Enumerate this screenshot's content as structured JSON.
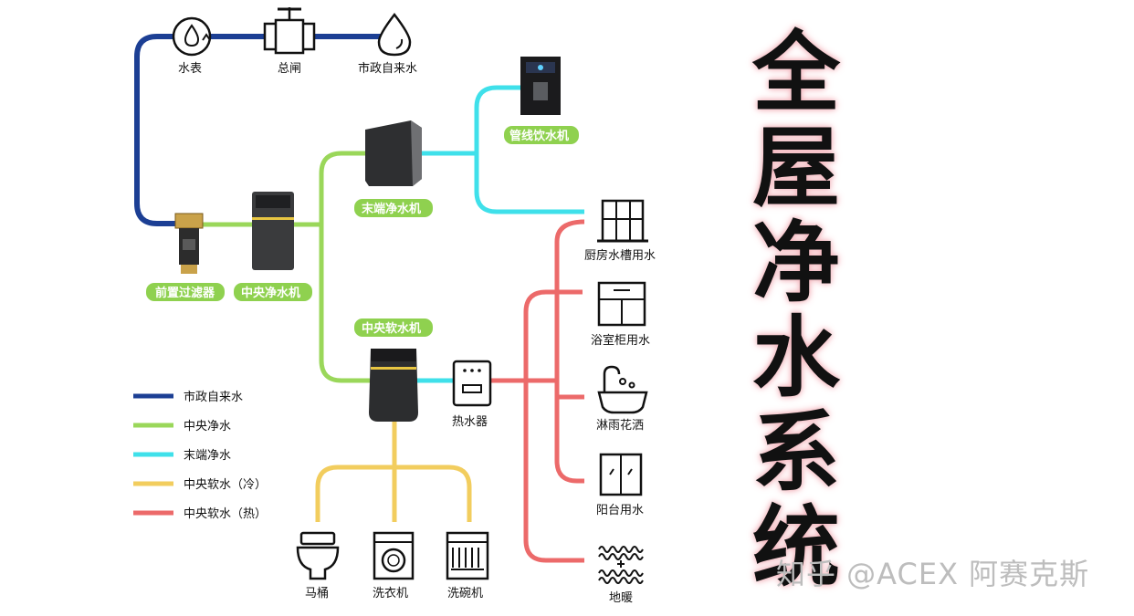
{
  "title_chars": [
    "全",
    "屋",
    "净",
    "水",
    "系",
    "统"
  ],
  "watermark": "知乎 @ACEX 阿赛克斯",
  "colors": {
    "municipal": "#1c3f94",
    "central_purified": "#9ad75a",
    "terminal_purified": "#3fe0ea",
    "soft_cold": "#f2cd5e",
    "soft_hot": "#ec6a6a",
    "pill_green": "#8fd14f"
  },
  "nodes": {
    "water_meter": "水表",
    "main_valve": "总闸",
    "municipal_water": "市政自来水",
    "prefilter": "前置过滤器",
    "central_purifier": "中央净水机",
    "terminal_purifier": "末端净水机",
    "pipeline_dispenser": "管线饮水机",
    "central_softener": "中央软水机",
    "water_heater": "热水器",
    "kitchen_sink": "厨房水槽用水",
    "bathroom_cabinet": "浴室柜用水",
    "shower": "淋雨花洒",
    "balcony": "阳台用水",
    "floor_heating": "地暖",
    "toilet": "马桶",
    "washer": "洗衣机",
    "dishwasher": "洗碗机"
  },
  "legend": [
    {
      "label": "市政自来水",
      "color": "#1c3f94"
    },
    {
      "label": "中央净水",
      "color": "#9ad75a"
    },
    {
      "label": "末端净水",
      "color": "#3fe0ea"
    },
    {
      "label": "中央软水（冷）",
      "color": "#f2cd5e"
    },
    {
      "label": "中央软水（热）",
      "color": "#ec6a6a"
    }
  ]
}
